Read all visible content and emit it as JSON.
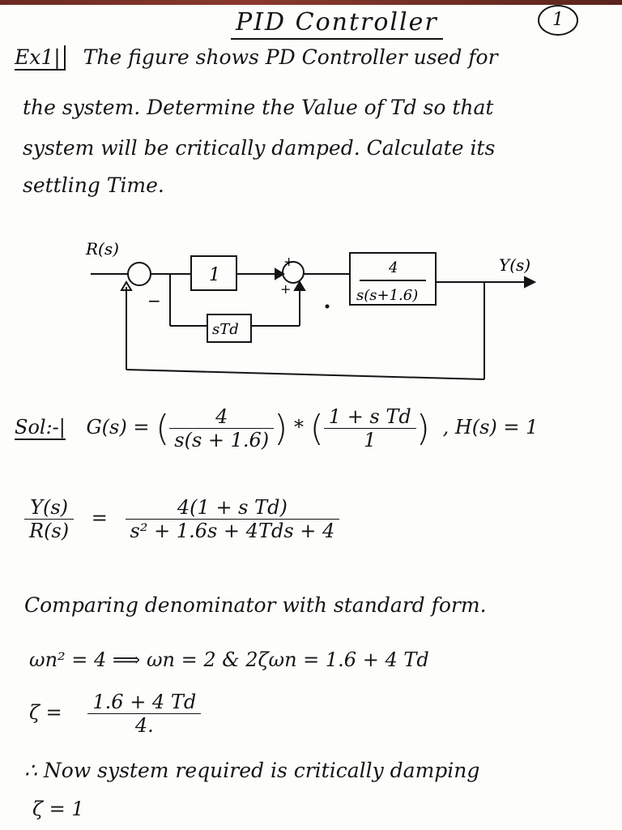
{
  "header": {
    "title": "PID Controller",
    "page_number": "1"
  },
  "problem": {
    "label": "Ex1|",
    "line1": "The figure shows PD Controller used for",
    "line2": "the system. Determine the Value of Td so that",
    "line3": "system will be critically damped. Calculate its",
    "line4": "settling Time."
  },
  "diagram": {
    "input": "R(s)",
    "output": "Y(s)",
    "gain_block": "1",
    "derivative_block": "sTd",
    "plant_num": "4",
    "plant_den": "s(s+1.6)",
    "minus_sign": "−",
    "plus_sign_top": "+",
    "plus_sign_bottom": "+",
    "summing_plus": "+"
  },
  "solution": {
    "label": "Sol:-|",
    "g_lhs": "G(s) =",
    "g_f1_num": "4",
    "g_f1_den": "s(s + 1.6)",
    "times": "*",
    "g_f2_num": "1 + s Td",
    "g_f2_den": "1",
    "h": ",  H(s) = 1",
    "tf_lhs_num": "Y(s)",
    "tf_lhs_den": "R(s)",
    "equals": "=",
    "tf_num": "4(1 + s Td)",
    "tf_den": "s² + 1.6s + 4Tds + 4",
    "comparing": "Comparing denominator with standard form.",
    "wn_line": "ωn² = 4  ⟹  ωn = 2     &  2ζωn = 1.6 + 4 Td",
    "zeta_lhs": "ζ =",
    "zeta_num": "1.6 + 4 Td",
    "zeta_den": "4.",
    "now_line": "∴ Now system required is critically damping",
    "zeta_one": "ζ = 1"
  }
}
